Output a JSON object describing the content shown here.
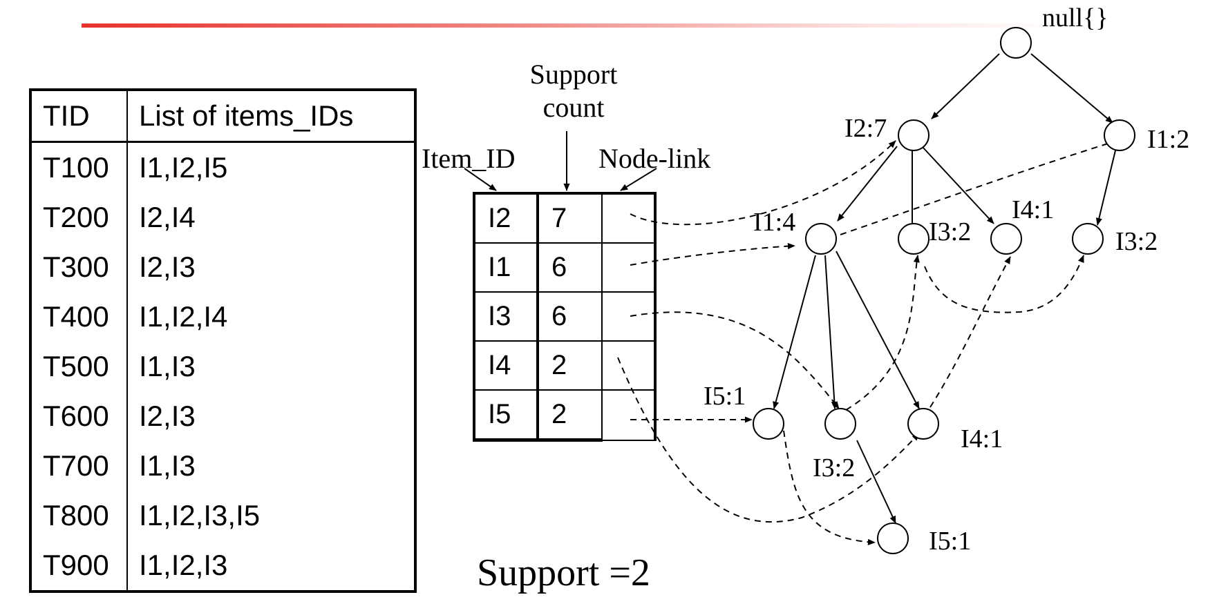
{
  "colors": {
    "accent_bar": "#e8322c",
    "ink": "#000000"
  },
  "transactions": {
    "headers": [
      "TID",
      "List of items_IDs"
    ],
    "rows": [
      [
        "T100",
        "I1,I2,I5"
      ],
      [
        "T200",
        "I2,I4"
      ],
      [
        "T300",
        "I2,I3"
      ],
      [
        "T400",
        "I1,I2,I4"
      ],
      [
        "T500",
        "I1,I3"
      ],
      [
        "T600",
        "I2,I3"
      ],
      [
        "T700",
        "I1,I3"
      ],
      [
        "T800",
        "I1,I2,I3,I5"
      ],
      [
        "T900",
        "I1,I2,I3"
      ]
    ]
  },
  "header_table": {
    "label_item": "Item_ID",
    "label_support_line1": "Support",
    "label_support_line2": "count",
    "label_nodelink": "Node-link",
    "rows": [
      [
        "I2",
        "7"
      ],
      [
        "I1",
        "6"
      ],
      [
        "I3",
        "6"
      ],
      [
        "I4",
        "2"
      ],
      [
        "I5",
        "2"
      ]
    ]
  },
  "tree": {
    "root": "null{}",
    "nodes": [
      "I2:7",
      "I1:2",
      "I1:4",
      "I3:2",
      "I4:1",
      "I3:2",
      "I5:1",
      "I3:2",
      "I4:1",
      "I5:1"
    ]
  },
  "support_label": "Support =2"
}
